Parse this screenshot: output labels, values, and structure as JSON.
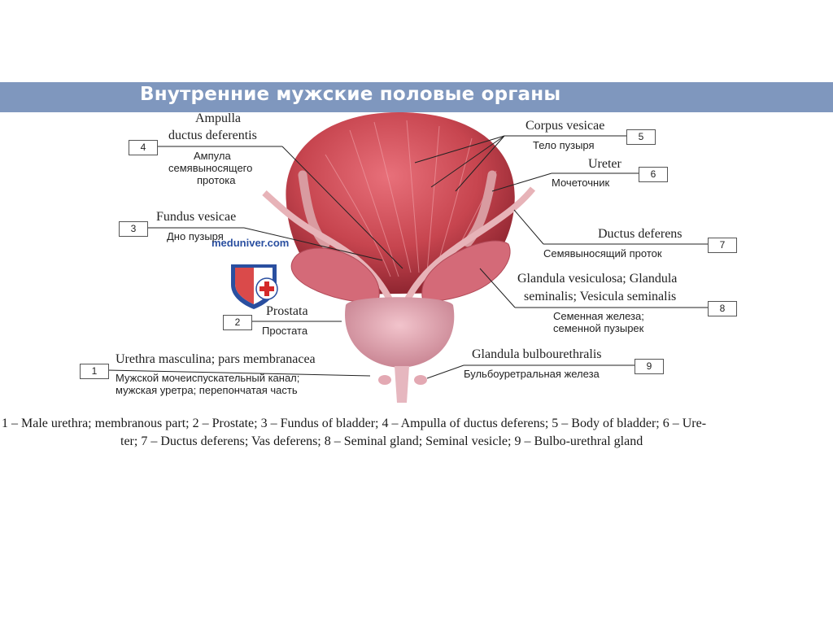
{
  "title": "Внутренние мужские половые органы",
  "watermark": "meduniver.com",
  "labels": [
    {
      "num": "4",
      "lat1": "Ampulla",
      "lat2": "ductus deferentis",
      "rus1": "Ампула",
      "rus2": "семявыносящего",
      "rus3": "протока"
    },
    {
      "num": "3",
      "lat": "Fundus vesicae",
      "rus": "Дно пузыря"
    },
    {
      "num": "2",
      "lat": "Prostata",
      "rus": "Простата"
    },
    {
      "num": "1",
      "lat": "Urethra masculina; pars membranacea",
      "rus1": "Мужской мочеиспускательный канал;",
      "rus2": "мужская уретра; перепончатая часть"
    },
    {
      "num": "5",
      "lat": "Corpus vesicae",
      "rus": "Тело пузыря"
    },
    {
      "num": "6",
      "lat": "Ureter",
      "rus": "Мочеточник"
    },
    {
      "num": "7",
      "lat": "Ductus deferens",
      "rus": "Семявыносящий проток"
    },
    {
      "num": "8",
      "lat1": "Glandula vesiculosa; Glandula",
      "lat2": "seminalis; Vesicula seminalis",
      "rus1": "Семенная железа;",
      "rus2": "семенной пузырек"
    },
    {
      "num": "9",
      "lat": "Glandula bulbourethralis",
      "rus": "Бульбоуретральная железа"
    }
  ],
  "caption": {
    "line1": "1 – Male urethra; membranous part; 2 – Prostate; 3 – Fundus of  bladder; 4 – Ampulla of ductus deferens; 5 – Body of  bladder; 6 – Ure-",
    "line2": "ter; 7 – Ductus deferens; Vas deferens; 8 – Seminal gland; Seminal vesicle; 9 – Bulbo-urethral gland"
  },
  "colors": {
    "title_bar": "#7f97be",
    "bladder": "#c7454f",
    "prostate": "#e0a0ac"
  }
}
